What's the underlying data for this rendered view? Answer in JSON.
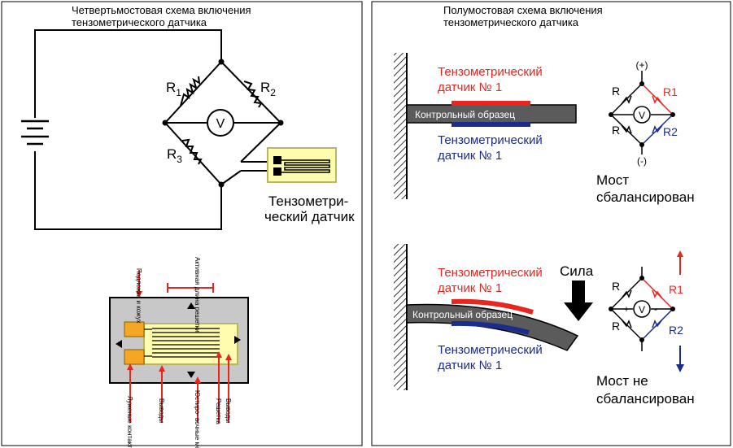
{
  "colors": {
    "red": "#e8251f",
    "blue": "#1a2c8c",
    "wire": "#000000",
    "gauge_yellow": "#fffcb0",
    "gauge_olive": "#b9b46a",
    "gray_body": "#c8c8c8",
    "beam": "#5b5b5b",
    "orange": "#f5a623"
  },
  "left": {
    "title_line1": "Четвертьмостовая схема включения",
    "title_line2": "тензометрического датчика",
    "r1": "R",
    "r1_sub": "1",
    "r2": "R",
    "r2_sub": "2",
    "r3": "R",
    "r3_sub": "3",
    "voltmeter": "V",
    "gauge_label_line1": "Тензометри-",
    "gauge_label_line2": "ческий датчик",
    "labels": {
      "substrate": "Подложка и кожух",
      "active_length": "Активная длина решетки",
      "solder_contacts": "Луженые контакты",
      "leads": "Выводы",
      "alignment_marks": "Юстиро- вочные метки",
      "grid": "Решетка",
      "leads2": "Выводы"
    }
  },
  "right": {
    "title_line1": "Полумостовая схема включения",
    "title_line2": "тензометрического датчика",
    "gauge1_line1": "Тензометрический",
    "gauge1_line2": "датчик № 1",
    "sample": "Контрольный образец",
    "plus": "(+)",
    "minus": "(-)",
    "r": "R",
    "R1": "R1",
    "R2": "R2",
    "v": "V",
    "balanced_line1": "Мост",
    "balanced_line2": "сбалансирован",
    "force": "Сила",
    "unbalanced_line1": "Мост не",
    "unbalanced_line2": "сбалансирован",
    "sign_plus": "+",
    "sign_minus": "-"
  }
}
